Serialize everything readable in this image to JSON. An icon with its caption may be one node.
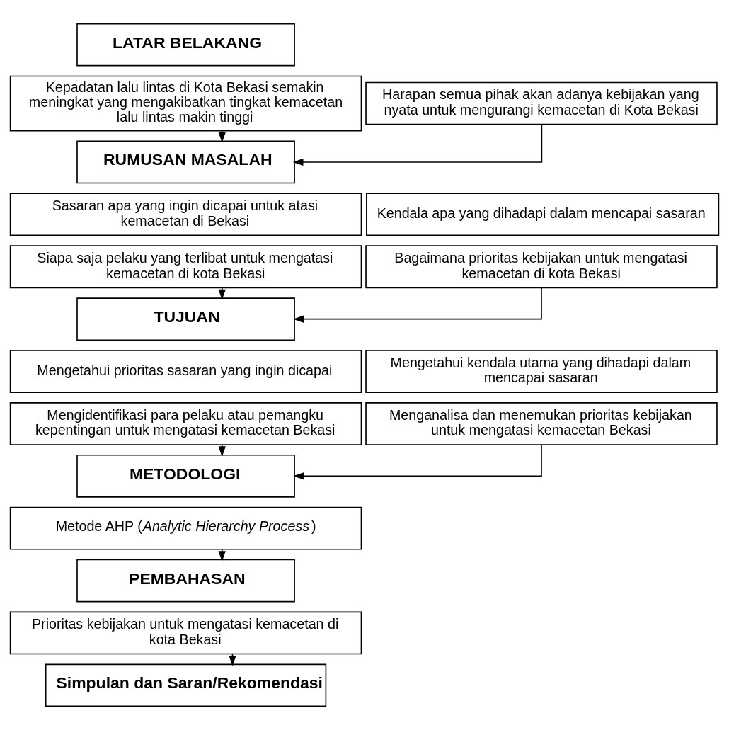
{
  "diagram": {
    "nodes": [
      {
        "text": [
          "LATAR BELAKANG"
        ]
      },
      {
        "text": [
          "Kepadatan lalu lintas di Kota Bekasi semakin meningkat yang mengakibatkan tingkat kemacetan lalu lintas makin tinggi"
        ]
      },
      {
        "text": [
          "Harapan semua pihak akan adanya kebijakan yang nyata untuk mengurangi kemacetan di Kota Bekasi"
        ]
      },
      {
        "text": [
          "RUMUSAN MASALAH"
        ]
      },
      {
        "text": [
          "Sasaran apa yang ingin dicapai untuk atasi kemacetan di Bekasi"
        ]
      },
      {
        "text": [
          "Kendala apa yang dihadapi dalam mencapai sasaran"
        ]
      },
      {
        "text": [
          "Siapa saja pelaku yang terlibat untuk mengatasi kemacetan di kota Bekasi"
        ]
      },
      {
        "text": [
          "Bagaimana prioritas kebijakan untuk mengatasi kemacetan di kota Bekasi"
        ]
      },
      {
        "text": [
          "TUJUAN"
        ]
      },
      {
        "text": [
          "Mengetahui prioritas sasaran yang ingin dicapai"
        ]
      },
      {
        "text": [
          "Mengetahui kendala utama yang dihadapi dalam mencapai sasaran"
        ]
      },
      {
        "text": [
          "Mengidentifikasi para pelaku atau pemangku kepentingan untuk mengatasi kemacetan Bekasi"
        ]
      },
      {
        "text": [
          "Menganalisa dan menemukan prioritas kebijakan untuk mengatasi kemacetan Bekasi"
        ]
      },
      {
        "text": [
          "METODOLOGI"
        ]
      },
      {
        "text": [
          "Metode AHP (*Analytic Hierarchy Process*)"
        ]
      },
      {
        "text": [
          "PEMBAHASAN"
        ]
      },
      {
        "text": [
          "Prioritas kebijakan untuk mengatasi kemacetan di kota Bekasi"
        ]
      },
      {
        "text": [
          "Simpulan dan Saran/Rekomendasi"
        ]
      }
    ],
    "edges": [
      {
        "from": 1,
        "to": 3,
        "arrow": "to"
      },
      {
        "from": 2,
        "to": 3,
        "arrow": "to"
      },
      {
        "from": 6,
        "to": 8,
        "arrow": "to"
      },
      {
        "from": 7,
        "to": 8,
        "arrow": "to"
      },
      {
        "from": 11,
        "to": 13,
        "arrow": "to"
      },
      {
        "from": 12,
        "to": 13,
        "arrow": "to"
      },
      {
        "from": 14,
        "to": 15,
        "arrow": "to"
      },
      {
        "from": 16,
        "to": 17,
        "arrow": "to"
      }
    ]
  }
}
